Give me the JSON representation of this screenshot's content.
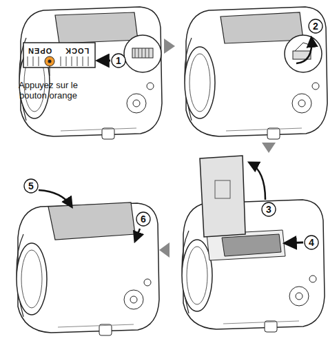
{
  "diagram": {
    "labels": [
      "OPEN",
      "LOCK",
      "1",
      "Appuyez sur le bouton orange",
      "2",
      "3",
      "4",
      "5",
      "6"
    ]
  }
}
